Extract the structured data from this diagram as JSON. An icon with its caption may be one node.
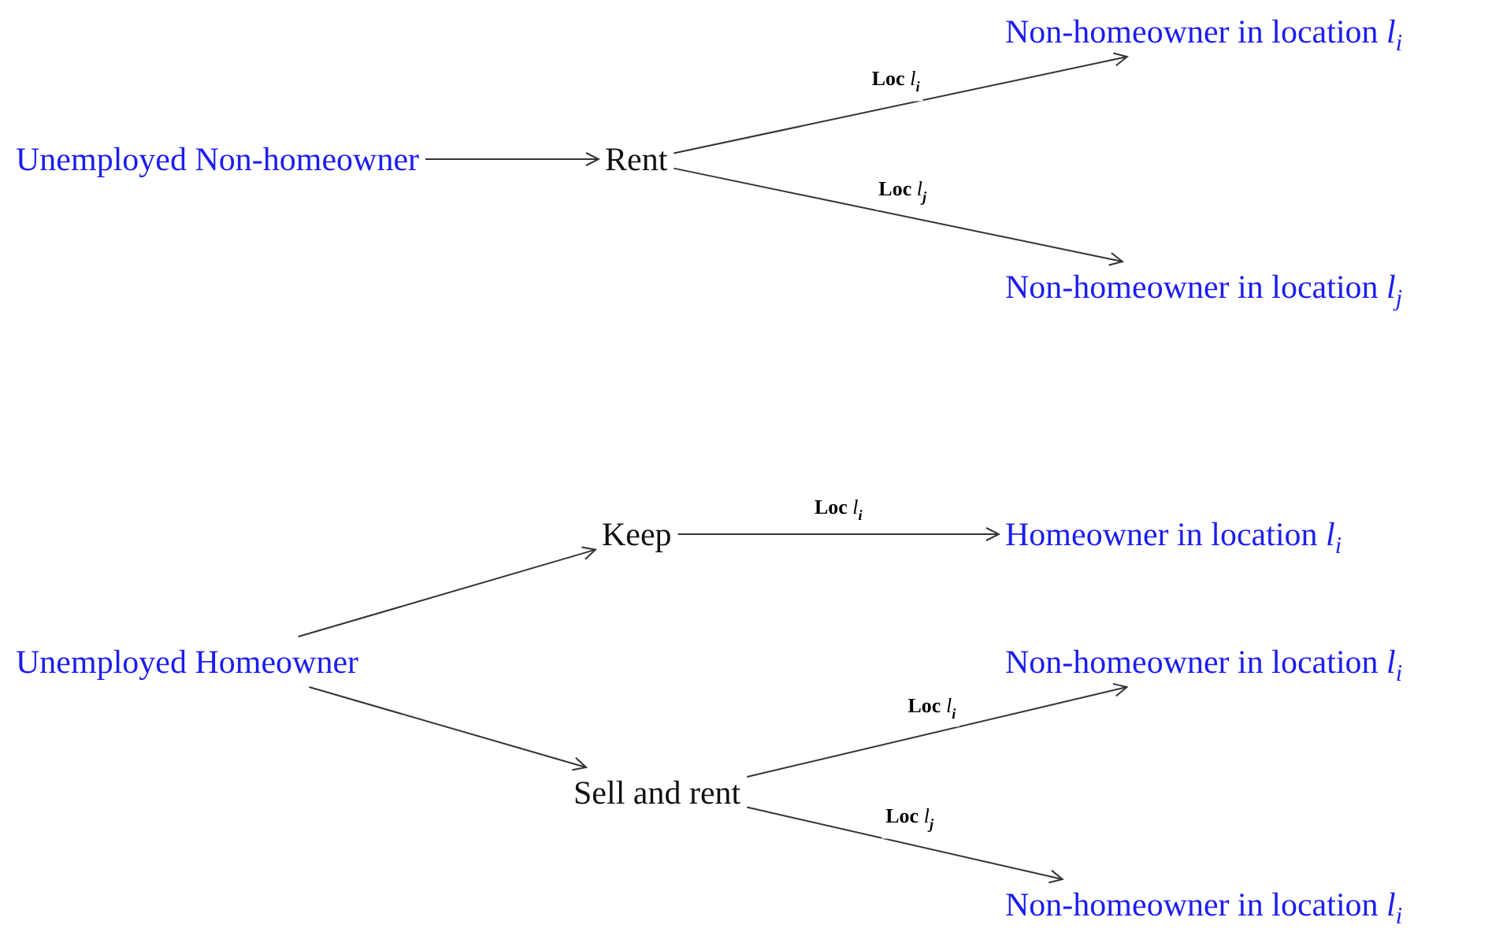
{
  "diagram": {
    "nodes": [
      {
        "text": [
          "Unemployed Non-homeowner"
        ]
      },
      {
        "text": [
          "Rent"
        ]
      },
      {
        "text": [
          "Non-homeowner in location *l*$_{i}$"
        ]
      },
      {
        "text": [
          "Non-homeowner in location *l*$_{j}$"
        ]
      },
      {
        "text": [
          "Unemployed Homeowner"
        ]
      },
      {
        "text": [
          "Keep"
        ]
      },
      {
        "text": [
          "Homeowner in location *l*$_{i}$"
        ]
      },
      {
        "text": [
          "Sell and rent"
        ]
      },
      {
        "text": [
          "Non-homeowner in location *l*$_{i}$"
        ]
      },
      {
        "text": [
          "Non-homeowner in location *l*$_{i}$"
        ]
      }
    ],
    "edges": [
      {
        "from": 0,
        "to": 1,
        "arrow": "to"
      },
      {
        "from": 1,
        "to": 2,
        "arrow": "to",
        "label": "Loc *l*$_{i}$"
      },
      {
        "from": 1,
        "to": 3,
        "arrow": "to",
        "label": "Loc *l*$_{j}$"
      },
      {
        "from": 4,
        "to": 5,
        "arrow": "to"
      },
      {
        "from": 4,
        "to": 7,
        "arrow": "to"
      },
      {
        "from": 5,
        "to": 6,
        "arrow": "to",
        "label": "Loc *l*$_{i}$"
      },
      {
        "from": 7,
        "to": 8,
        "arrow": "to",
        "label": "Loc *l*$_{i}$"
      },
      {
        "from": 7,
        "to": 9,
        "arrow": "to",
        "label": "Loc *l*$_{j}$"
      }
    ]
  }
}
